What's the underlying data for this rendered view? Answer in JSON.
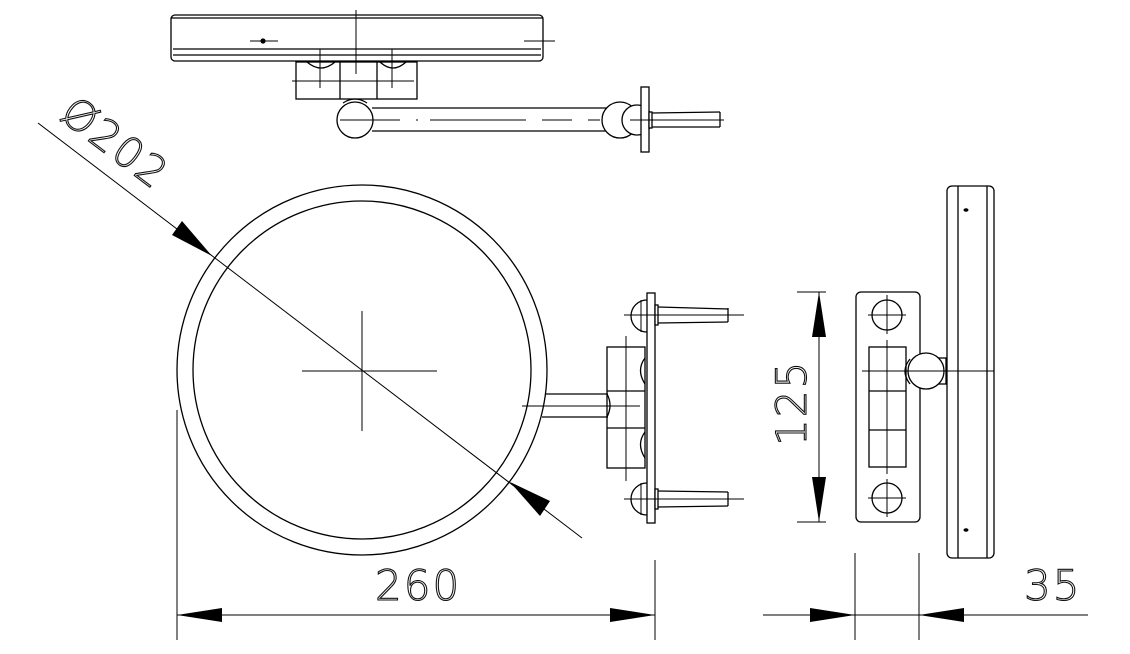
{
  "drawing": {
    "subject": "round mirror with swivel arm and wall bracket",
    "views": [
      "top-view",
      "front-view",
      "side-view"
    ],
    "line_color": "#000000",
    "background": "#ffffff"
  },
  "dimensions": {
    "diameter": {
      "label": "Ø202",
      "value": 202
    },
    "overall_width": {
      "label": "260",
      "value": 260
    },
    "bracket_height": {
      "label": "125",
      "value": 125
    },
    "bracket_depth": {
      "label": "35",
      "value": 35
    }
  }
}
